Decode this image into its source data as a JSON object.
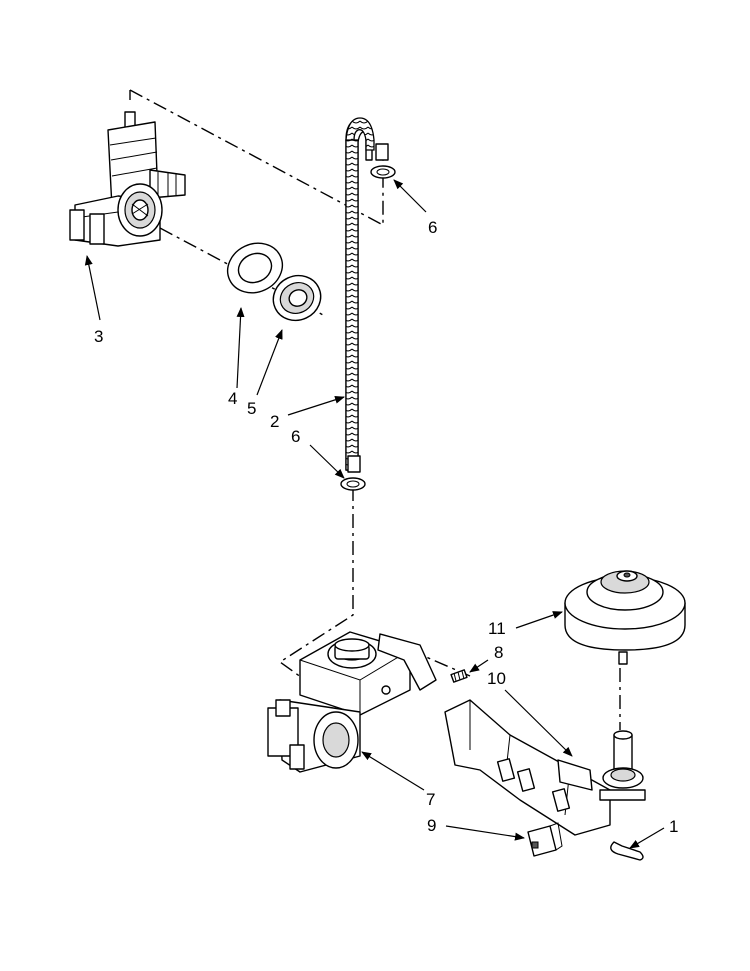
{
  "callouts": [
    {
      "id": "1",
      "text": "1"
    },
    {
      "id": "2",
      "text": "2"
    },
    {
      "id": "3",
      "text": "3"
    },
    {
      "id": "4",
      "text": "4"
    },
    {
      "id": "5",
      "text": "5"
    },
    {
      "id": "6a",
      "text": "6"
    },
    {
      "id": "6b",
      "text": "6"
    },
    {
      "id": "7",
      "text": "7"
    },
    {
      "id": "8",
      "text": "8"
    },
    {
      "id": "9",
      "text": "9"
    },
    {
      "id": "10",
      "text": "10"
    },
    {
      "id": "11",
      "text": "11"
    }
  ]
}
